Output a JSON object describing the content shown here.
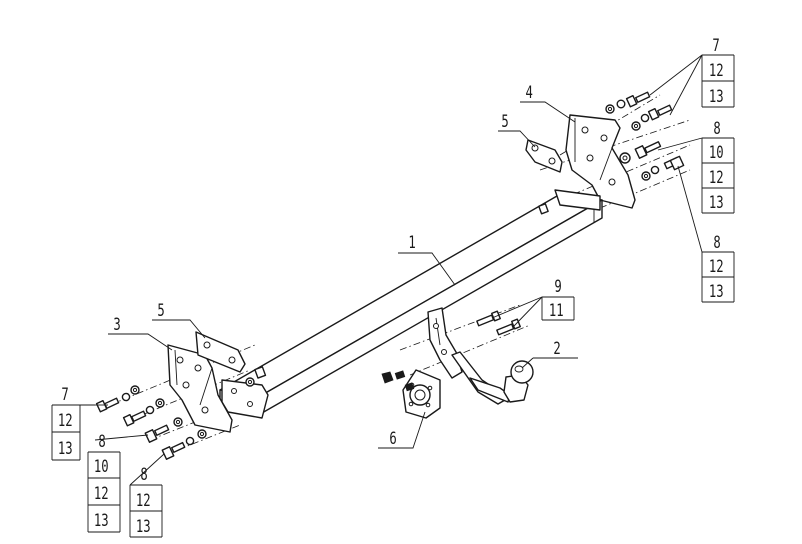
{
  "diagram": {
    "callouts": [
      {
        "id": "c1",
        "label": "1"
      },
      {
        "id": "c2",
        "label": "2"
      },
      {
        "id": "c3",
        "label": "3"
      },
      {
        "id": "c4",
        "label": "4"
      },
      {
        "id": "c5a",
        "label": "5"
      },
      {
        "id": "c5b",
        "label": "5"
      },
      {
        "id": "c6",
        "label": "6"
      }
    ],
    "stacks": [
      {
        "id": "s7r",
        "labels": [
          "7",
          "12",
          "13"
        ]
      },
      {
        "id": "s8r",
        "labels": [
          "8",
          "10",
          "12",
          "13"
        ]
      },
      {
        "id": "s8r2",
        "labels": [
          "8",
          "12",
          "13"
        ]
      },
      {
        "id": "s9",
        "labels": [
          "9",
          "11"
        ]
      },
      {
        "id": "s7l",
        "labels": [
          "7",
          "12",
          "13"
        ]
      },
      {
        "id": "s8l",
        "labels": [
          "8",
          "10",
          "12",
          "13"
        ]
      },
      {
        "id": "s8l2",
        "labels": [
          "8",
          "12",
          "13"
        ]
      }
    ]
  }
}
